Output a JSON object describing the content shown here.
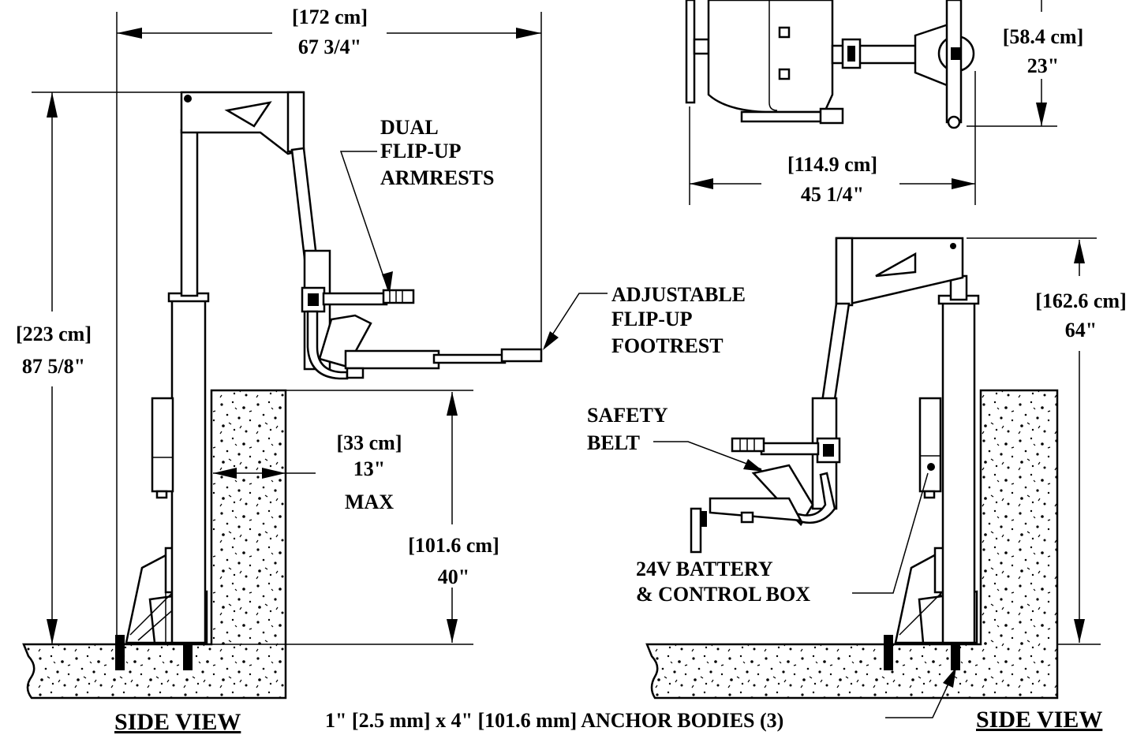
{
  "dimensions": {
    "overall_width_cm": "[172 cm]",
    "overall_width_in": "67 3/4\"",
    "overall_height_cm": "[223 cm]",
    "overall_height_in": "87 5/8\"",
    "wall_max_cm": "[33 cm]",
    "wall_max_in": "13\"",
    "wall_max_note": "MAX",
    "wall_height_cm": "[101.6 cm]",
    "wall_height_in": "40\"",
    "top_depth_cm": "[58.4 cm]",
    "top_depth_in": "23\"",
    "top_width_cm": "[114.9 cm]",
    "top_width_in": "45 1/4\"",
    "right_height_cm": "[162.6 cm]",
    "right_height_in": "64\""
  },
  "callouts": {
    "armrests": [
      "DUAL",
      "FLIP-UP",
      "ARMRESTS"
    ],
    "footrest": [
      "ADJUSTABLE",
      "FLIP-UP",
      "FOOTREST"
    ],
    "belt": [
      "SAFETY",
      "BELT"
    ],
    "battery": [
      "24V BATTERY",
      "& CONTROL BOX"
    ],
    "anchors": "1\" [2.5 mm] x 4\" [101.6 mm] ANCHOR BODIES (3)"
  },
  "views": {
    "left_title": "SIDE VIEW",
    "right_title": "SIDE VIEW"
  }
}
